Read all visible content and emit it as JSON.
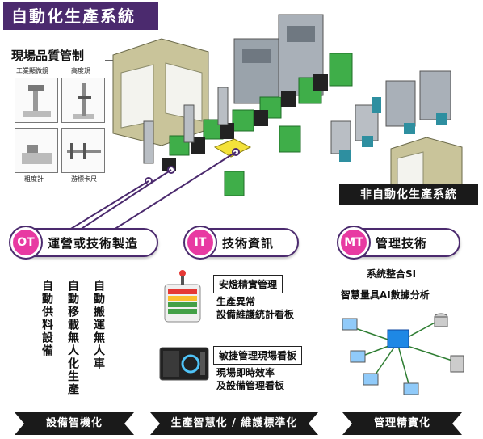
{
  "title": "自動化生產系統",
  "quality": {
    "title": "現場品質管制",
    "tools": [
      "工業顯微鏡",
      "高度規",
      "粗度計",
      "游標卡尺"
    ]
  },
  "non_auto_label": "非自動化生產系統",
  "sections": [
    {
      "badge": "OT",
      "title": "運營或技術製造",
      "items": [
        "自動供料設備",
        "自動移載無人化生產",
        "自動搬運無人車"
      ],
      "footer": "設備智機化"
    },
    {
      "badge": "IT",
      "title": "技術資訊",
      "items": [
        {
          "label": "安燈精實管理",
          "desc": [
            "生產異常",
            "設備維護統計看板"
          ]
        },
        {
          "label": "敏捷管理現場看板",
          "desc": [
            "現場即時效率",
            "及設備管理看板"
          ]
        }
      ],
      "footer": "生產智慧化 / 維護標準化"
    },
    {
      "badge": "MT",
      "title": "管理技術",
      "items": [
        "系統整合SI",
        "智慧量具AI數據分析"
      ],
      "footer": "管理精實化"
    }
  ],
  "colors": {
    "purple": "#4b2a6e",
    "magenta": "#e83aa2",
    "green": "#3fae49",
    "dark": "#1a1a1a"
  }
}
